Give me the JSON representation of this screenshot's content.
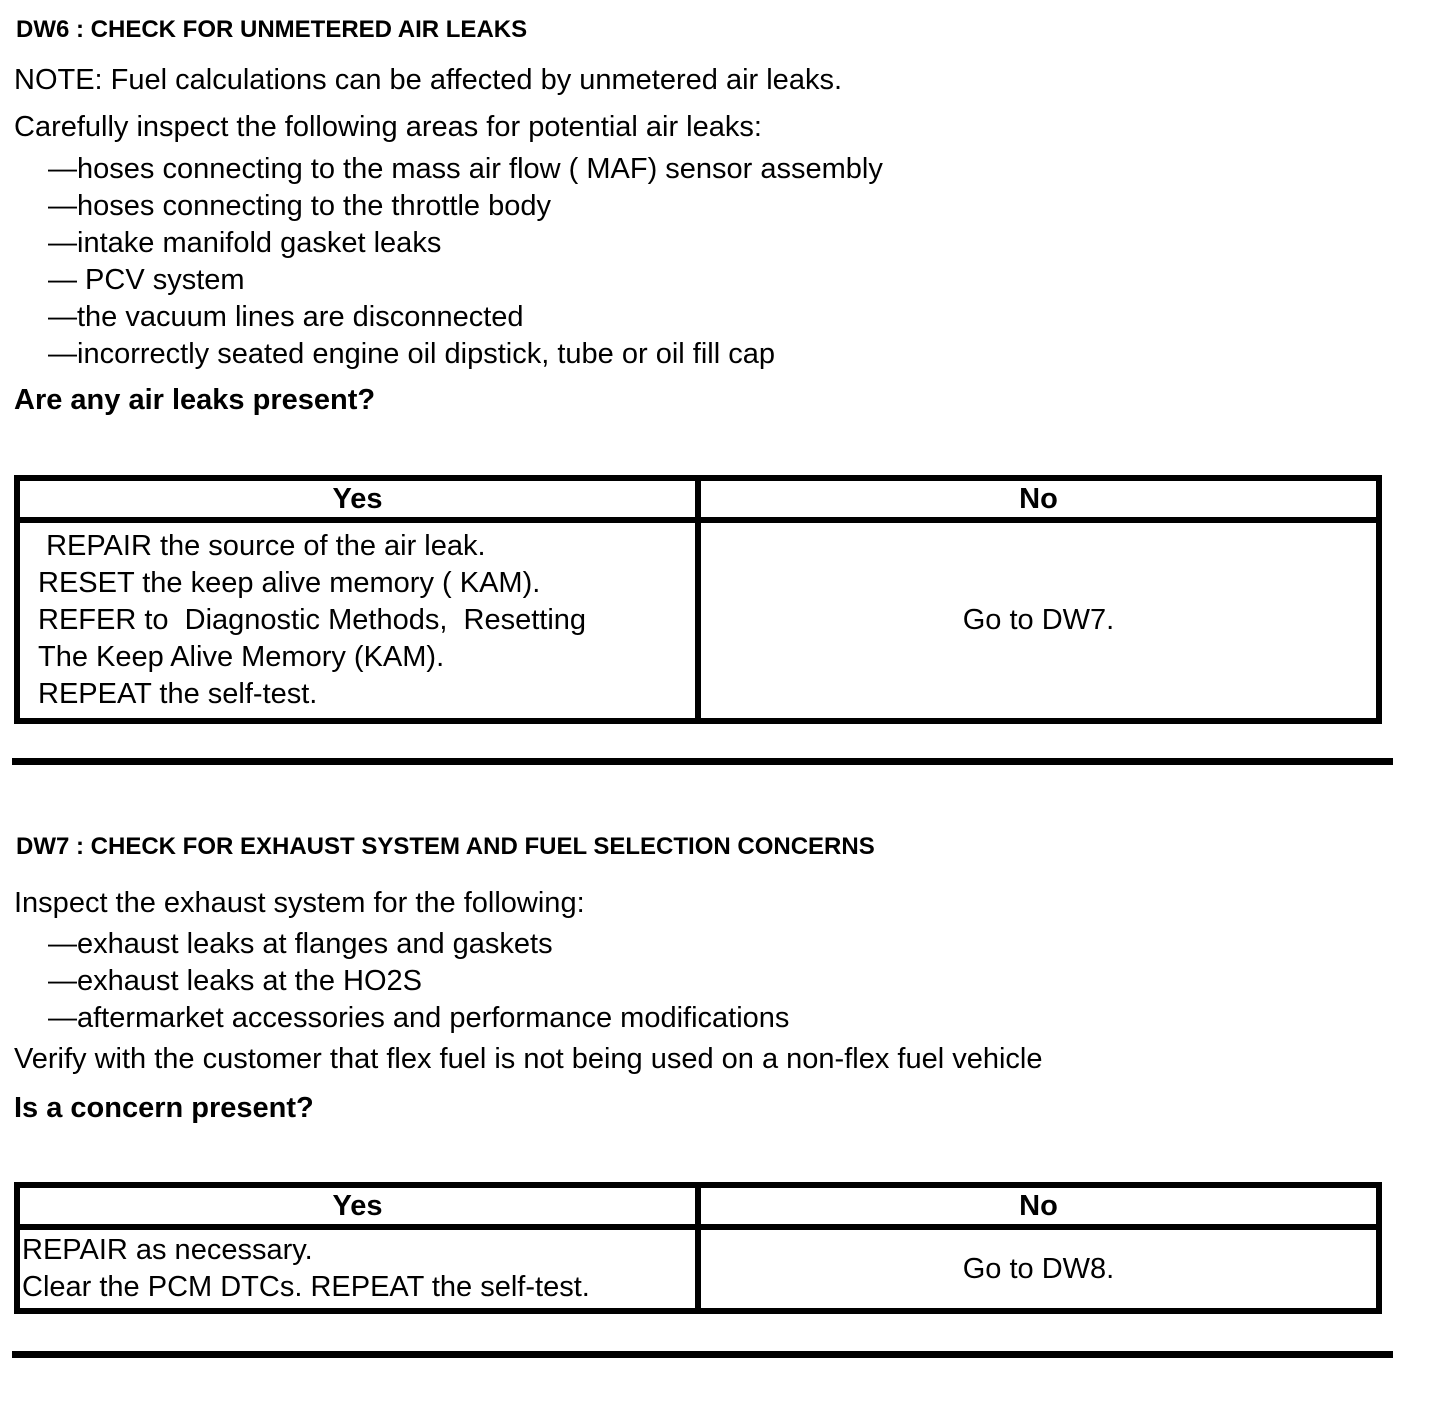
{
  "dw6": {
    "title": "DW6 : CHECK FOR UNMETERED AIR LEAKS",
    "note": "NOTE: Fuel calculations can be affected by unmetered air leaks.",
    "intro": "Carefully inspect the following areas for potential air leaks:",
    "items": [
      "—hoses connecting to the mass air flow ( MAF) sensor assembly",
      "—hoses connecting to the throttle body",
      "—intake manifold gasket leaks",
      "— PCV system",
      "—the vacuum lines are disconnected",
      "—incorrectly seated engine oil dipstick, tube or oil fill cap"
    ],
    "question": "Are any air leaks present?",
    "table": {
      "headers": [
        "Yes",
        "No"
      ],
      "yes_lines": [
        " REPAIR the source of the air leak.",
        "RESET the keep alive memory ( KAM).",
        "REFER to  Diagnostic Methods,  Resetting",
        "The Keep Alive Memory (KAM).",
        "REPEAT the self-test."
      ],
      "no_text": "Go to DW7."
    }
  },
  "dw7": {
    "title": "DW7 : CHECK FOR EXHAUST SYSTEM AND FUEL SELECTION CONCERNS",
    "intro": "Inspect the exhaust system for the following:",
    "items": [
      "—exhaust leaks at flanges and gaskets",
      "—exhaust leaks at the HO2S",
      "—aftermarket accessories and performance modifications"
    ],
    "verify": "Verify with the customer that flex fuel is not being used on a non-flex fuel vehicle",
    "question": "Is a concern present?",
    "table": {
      "headers": [
        "Yes",
        "No"
      ],
      "yes_lines": [
        "REPAIR as necessary.",
        "Clear the PCM DTCs. REPEAT the self-test."
      ],
      "no_text": "Go to DW8."
    }
  }
}
